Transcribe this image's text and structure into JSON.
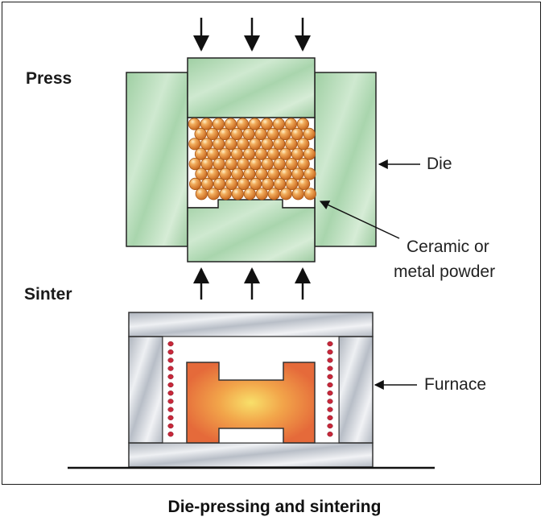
{
  "labels": {
    "press": "Press",
    "sinter": "Sinter",
    "die": "Die",
    "powder_line1": "Ceramic or",
    "powder_line2": "metal powder",
    "furnace": "Furnace"
  },
  "caption": "Die-pressing and sintering",
  "colors": {
    "die_green": "#b7dcb9",
    "punch_green": "#c6e6c7",
    "powder_orange": "#e9963f",
    "furnace_steel": "#c7ccd4",
    "heating_coil_red": "#c8283a",
    "part_hot": "#e9743c",
    "part_glow": "#f6d25b"
  }
}
